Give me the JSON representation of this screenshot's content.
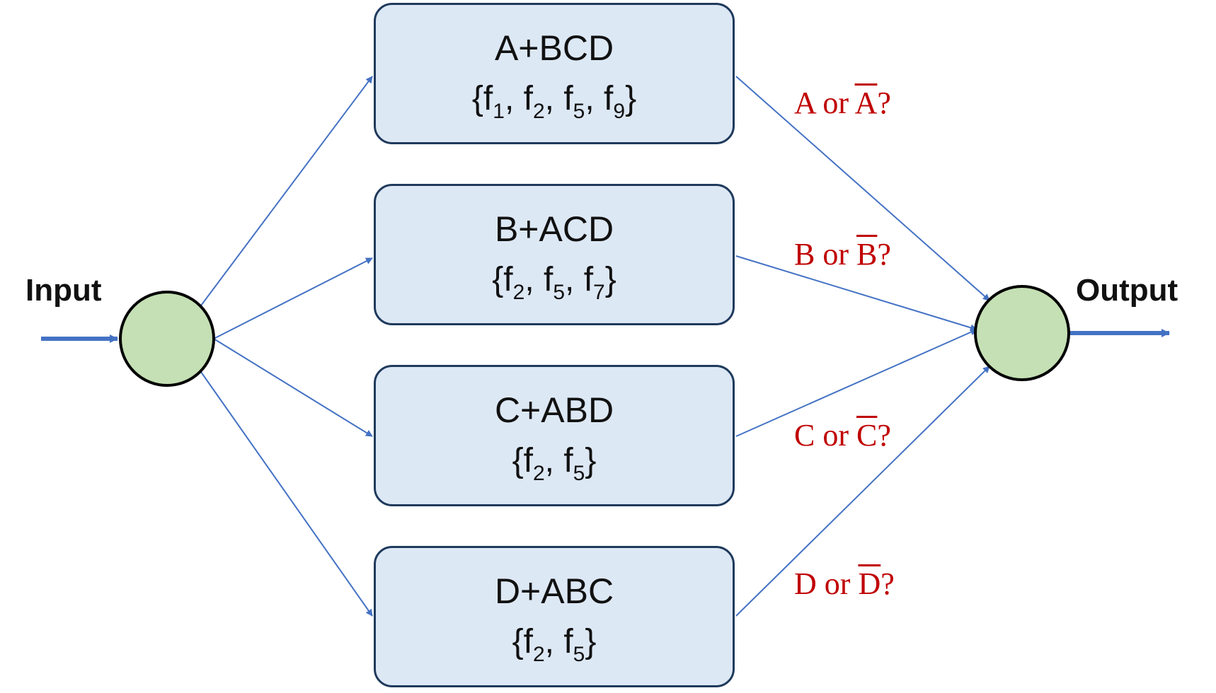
{
  "input_label": "Input",
  "output_label": "Output",
  "colors": {
    "arrow": "#4472c4",
    "node_fill": "#c5e0b4",
    "box_fill": "#dde8f5",
    "box_border": "#1f3a5c",
    "question": "#c00000"
  },
  "boxes": [
    {
      "title": "A+BCD",
      "set": [
        [
          "f",
          "1"
        ],
        [
          "f",
          "2"
        ],
        [
          "f",
          "5"
        ],
        [
          "f",
          "9"
        ]
      ]
    },
    {
      "title": "B+ACD",
      "set": [
        [
          "f",
          "2"
        ],
        [
          "f",
          "5"
        ],
        [
          "f",
          "7"
        ]
      ]
    },
    {
      "title": "C+ABD",
      "set": [
        [
          "f",
          "2"
        ],
        [
          "f",
          "5"
        ]
      ]
    },
    {
      "title": "D+ABC",
      "set": [
        [
          "f",
          "2"
        ],
        [
          "f",
          "5"
        ]
      ]
    }
  ],
  "questions": [
    {
      "letter": "A",
      "connector": " or ",
      "complement": "A",
      "suffix": "?"
    },
    {
      "letter": "B",
      "connector": " or ",
      "complement": "B",
      "suffix": "?"
    },
    {
      "letter": "C",
      "connector": " or ",
      "complement": "C",
      "suffix": "?"
    },
    {
      "letter": "D",
      "connector": " or ",
      "complement": "D",
      "suffix": "?"
    }
  ]
}
